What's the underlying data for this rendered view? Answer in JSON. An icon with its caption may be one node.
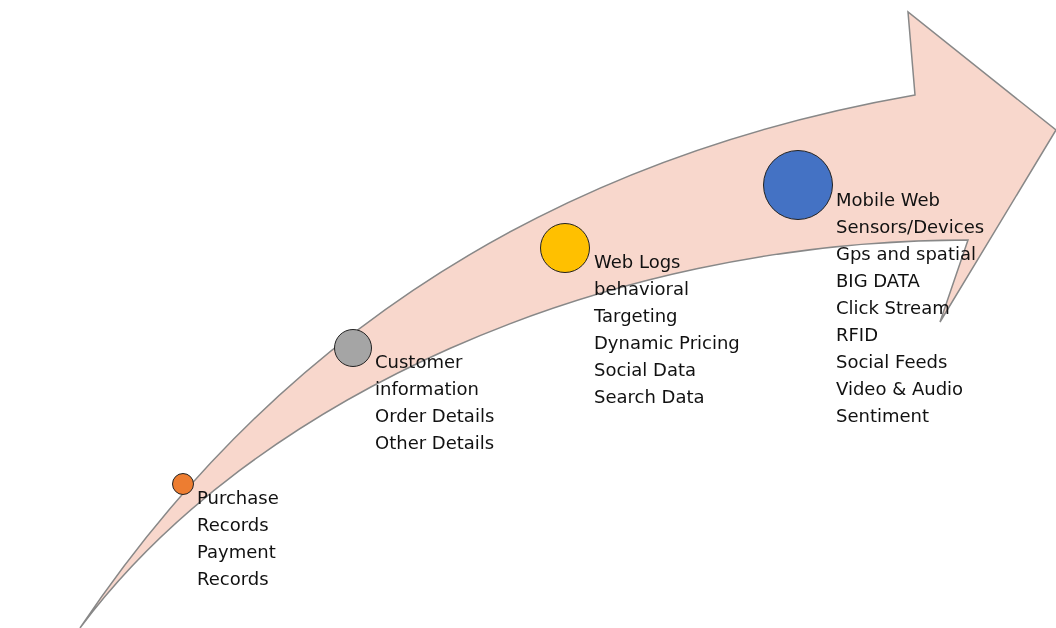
{
  "diagram": {
    "nodes": [
      {
        "text": [],
        "shape": "circle",
        "beside": [
          "Purchase",
          "Records",
          "Payment",
          "Records"
        ]
      },
      {
        "text": [],
        "shape": "circle",
        "beside": [
          "Customer",
          "information",
          "Order Details",
          "Other Details"
        ]
      },
      {
        "text": [],
        "shape": "circle",
        "beside": [
          "Web Logs",
          "behavioral",
          "Targeting",
          "Dynamic Pricing",
          "Social Data",
          "Search Data"
        ]
      },
      {
        "text": [],
        "shape": "circle",
        "beside": [
          "Mobile Web",
          "Sensors/Devices",
          "Gps and spatial",
          "BIG DATA",
          "Click Stream",
          "RFID",
          "Social Feeds",
          "Video & Audio",
          "Sentiment"
        ]
      }
    ]
  }
}
